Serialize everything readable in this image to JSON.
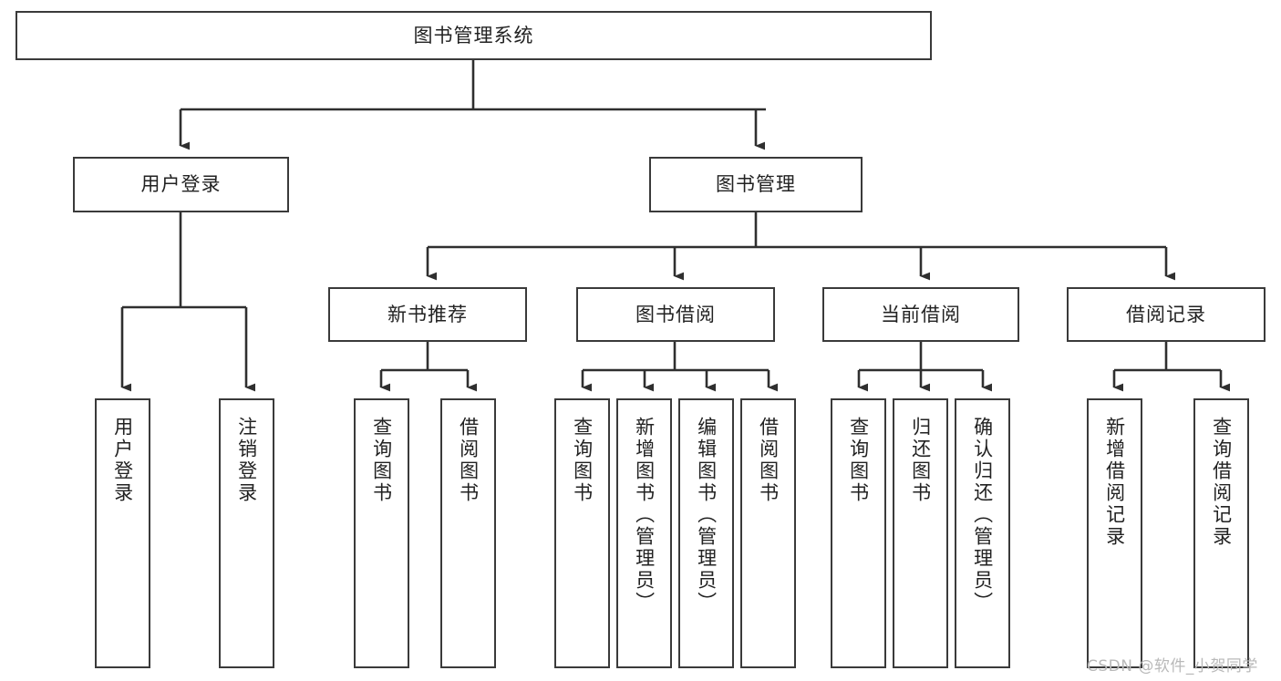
{
  "diagram": {
    "title": "图书管理系统",
    "type": "tree-hierarchy-chart",
    "orientation": "top-down",
    "colors": {
      "node_border": "#3a3a3a",
      "node_fill": "#ffffff",
      "connector": "#2f2f2f",
      "text": "#222222",
      "watermark": "#b9b9b9",
      "background": "#ffffff"
    },
    "root": {
      "label": "图书管理系统"
    },
    "level1": [
      {
        "label": "用户登录"
      },
      {
        "label": "图书管理"
      }
    ],
    "level2": [
      {
        "label": "新书推荐"
      },
      {
        "label": "图书借阅"
      },
      {
        "label": "当前借阅"
      },
      {
        "label": "借阅记录"
      }
    ],
    "leaves": {
      "user_login": [
        {
          "label": "用户登录"
        },
        {
          "label": "注销登录"
        }
      ],
      "new_book_recommend": [
        {
          "label": "查询图书"
        },
        {
          "label": "借阅图书"
        }
      ],
      "book_borrow": [
        {
          "label": "查询图书"
        },
        {
          "label": "新增图书（管理员）"
        },
        {
          "label": "编辑图书（管理员）"
        },
        {
          "label": "借阅图书"
        }
      ],
      "current_borrow": [
        {
          "label": "查询图书"
        },
        {
          "label": "归还图书"
        },
        {
          "label": "确认归还（管理员）"
        }
      ],
      "borrow_record": [
        {
          "label": "新增借阅记录"
        },
        {
          "label": "查询借阅记录"
        }
      ]
    }
  },
  "watermark": {
    "text": "CSDN @软件_小贺同学"
  }
}
